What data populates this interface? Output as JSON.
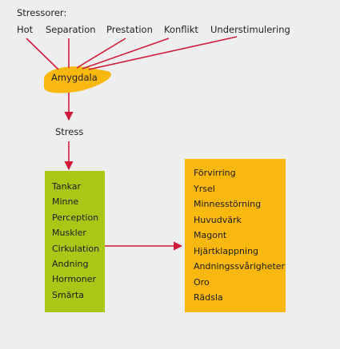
{
  "title": "Stressorer:",
  "stressors": [
    "Hot",
    "Separation",
    "Prestation",
    "Konflikt",
    "Understimulering"
  ],
  "center": "Amygdala",
  "middle": "Stress",
  "left_items": [
    "Tankar",
    "Minne",
    "Perception",
    "Muskler",
    "Cirkulation",
    "Andning",
    "Hormoner",
    "Smärta"
  ],
  "right_items": [
    "Förvirring",
    "Yrsel",
    "Minnesstörning",
    "Huvudvärk",
    "Magont",
    "Hjärtklappning",
    "Andningssvårigheter",
    "Oro",
    "Rädsla"
  ],
  "colors": {
    "arrow": "#d01c3a",
    "left_box": "#a9c716",
    "right_box": "#f8b80f",
    "amygdala": "#f8b80f",
    "background": "#efeeee"
  }
}
